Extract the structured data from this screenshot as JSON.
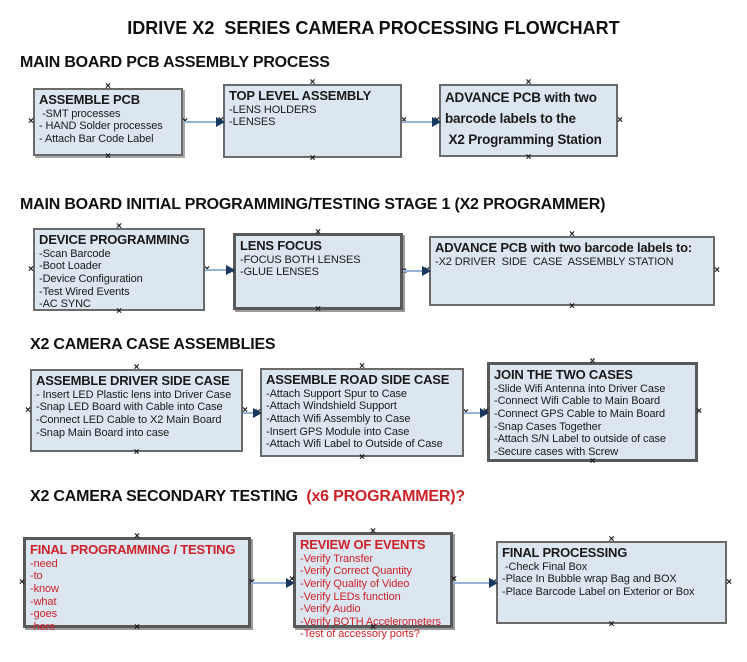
{
  "title": "IDRIVE X2  SERIES CAMERA PROCESSING FLOWCHART",
  "section_headings": {
    "s1": "MAIN BOARD PCB ASSEMBLY PROCESS",
    "s2": "MAIN BOARD INITIAL PROGRAMMING/TESTING STAGE 1 (X2 PROGRAMMER)",
    "s3": "X2 CAMERA CASE ASSEMBLIES",
    "s4_black": "X2 CAMERA SECONDARY TESTING ",
    "s4_red": " (x6 PROGRAMMER)?"
  },
  "boxes": {
    "r1a": {
      "title": "ASSEMBLE PCB",
      "items": [
        " -SMT processes",
        "- HAND Solder processes",
        "- Attach Bar Code Label"
      ]
    },
    "r1b": {
      "title": "TOP LEVEL ASSEMBLY",
      "items": [
        "-LENS HOLDERS",
        "-LENSES"
      ]
    },
    "r1c": {
      "title": "ADVANCE PCB with two\nbarcode labels to the\n X2 Programming Station",
      "items": []
    },
    "r2a": {
      "title": "DEVICE PROGRAMMING",
      "items": [
        "-Scan Barcode",
        "-Boot Loader",
        "-Device Configuration",
        "-Test Wired Events",
        "-AC SYNC"
      ]
    },
    "r2b": {
      "title": "LENS FOCUS",
      "items": [
        "-FOCUS BOTH LENSES",
        "-GLUE LENSES"
      ]
    },
    "r2c": {
      "title": "ADVANCE PCB with two barcode labels to:",
      "items": [
        "-X2 DRIVER  SIDE  CASE  ASSEMBLY STATION"
      ]
    },
    "r3a": {
      "title": "ASSEMBLE DRIVER SIDE CASE",
      "items": [
        "- Insert LED Plastic lens into Driver Case",
        "-Snap LED Board with Cable into Case",
        "-Connect LED Cable to X2 Main Board",
        "-Snap Main Board into case"
      ]
    },
    "r3b": {
      "title": "ASSEMBLE ROAD SIDE CASE",
      "items": [
        "-Attach Support Spur to Case",
        "-Attach Windshield Support",
        "-Attach Wifi Assembly to Case",
        "-Insert GPS Module into Case",
        "-Attach Wifi Label to Outside of Case"
      ]
    },
    "r3c": {
      "title": "JOIN THE TWO CASES",
      "items": [
        "-Slide Wifi Antenna into Driver Case",
        "-Connect Wifi Cable to Main Board",
        "-Connect GPS Cable to Main Board",
        "-Snap Cases Together",
        "-Attach S/N Label to outside of case",
        "-Secure cases with Screw"
      ]
    },
    "r4a": {
      "title": "FINAL PROGRAMMING / TESTING",
      "items": [
        "-need",
        "-to",
        "-know",
        "-what",
        "-goes",
        "-here"
      ]
    },
    "r4b": {
      "title": "REVIEW OF EVENTS",
      "items": [
        "-Verify Transfer",
        "-Verify Correct Quantity",
        "-Verify Quality of Video",
        "-Verify LEDs function",
        "-Verify Audio",
        "-Verify BOTH Accelerometers",
        "-Test of accessory ports?"
      ]
    },
    "r4c": {
      "title": "FINAL PROCESSING",
      "items": [
        " -Check Final Box",
        "-Place In Bubble wrap Bag and BOX",
        "-Place Barcode Label on Exterior or Box"
      ]
    }
  },
  "glyphs": {
    "handle": "×"
  },
  "colors": {
    "box_fill": "#dce6f1",
    "box_border": "#6a6a6a",
    "arrow_line": "#95b3d7",
    "arrow_head": "#17375e",
    "red_text": "#cc2228",
    "black_text": "#1a1a1a"
  }
}
